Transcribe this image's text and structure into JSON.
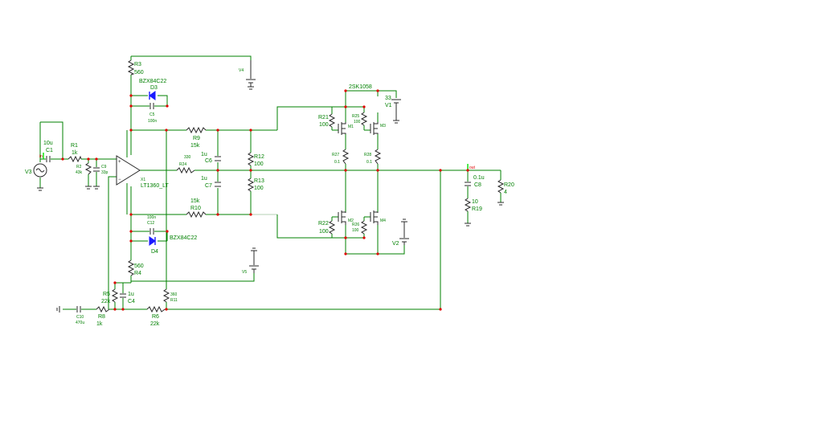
{
  "schematic": {
    "labels": {
      "R3": "R3",
      "R3_val": "560",
      "D3_part": "BZX84C22",
      "D3": "D3",
      "C5": "C5",
      "C5_val": "100n",
      "V4": "V4",
      "R9": "R9",
      "R9_val": "15k",
      "C6_val": "1u",
      "C6": "C6",
      "R24_val": "330",
      "R24": "R24",
      "C7_val": "1u",
      "C7": "C7",
      "R12": "R12",
      "R12_val": "100",
      "R13": "R13",
      "R13_val": "100",
      "R10_val": "15k",
      "R10": "R10",
      "C12_val": "100n",
      "C12": "C12",
      "D4_part": "BZX84C22",
      "D4": "D4",
      "R4_val": "560",
      "R4": "R4",
      "V5": "V5",
      "U1": "X1",
      "U1_part": "LT1360_LT",
      "V3": "V3",
      "C1_val": "10u",
      "C1": "C1",
      "in": "in",
      "R1": "R1",
      "R1_val": "1k",
      "R2": "R2",
      "R2_val": "43k",
      "C9": "C9",
      "C9_val": "33p",
      "R5": "R5",
      "R5_val": "22k",
      "C4_val": "1u",
      "C4": "C4",
      "R11_val": "360",
      "R11": "R11",
      "C10": "C10",
      "C10_val": "470u",
      "R8": "R8",
      "R8_val": "1k",
      "R6": "R6",
      "R6_val": "22k",
      "mosfet_part": "2SK1058",
      "V1_val": "33",
      "V1": "V1",
      "R21": "R21",
      "R21_val": "100",
      "M1": "M1",
      "R25": "R25",
      "R25_val": "100",
      "M3": "M3",
      "R27": "R27",
      "R27_val": "0.1",
      "R28": "R28",
      "R28_val": "0.1",
      "R22": "R22",
      "R22_val": "100",
      "M2": "M2",
      "R26": "R26",
      "R26_val": "100",
      "M4": "M4",
      "V2": "V2",
      "out": "out",
      "C8_val": "0.1u",
      "C8": "C8",
      "R19_val": "10",
      "R19": "R19",
      "R20": "R20",
      "R20_val": "4"
    }
  }
}
